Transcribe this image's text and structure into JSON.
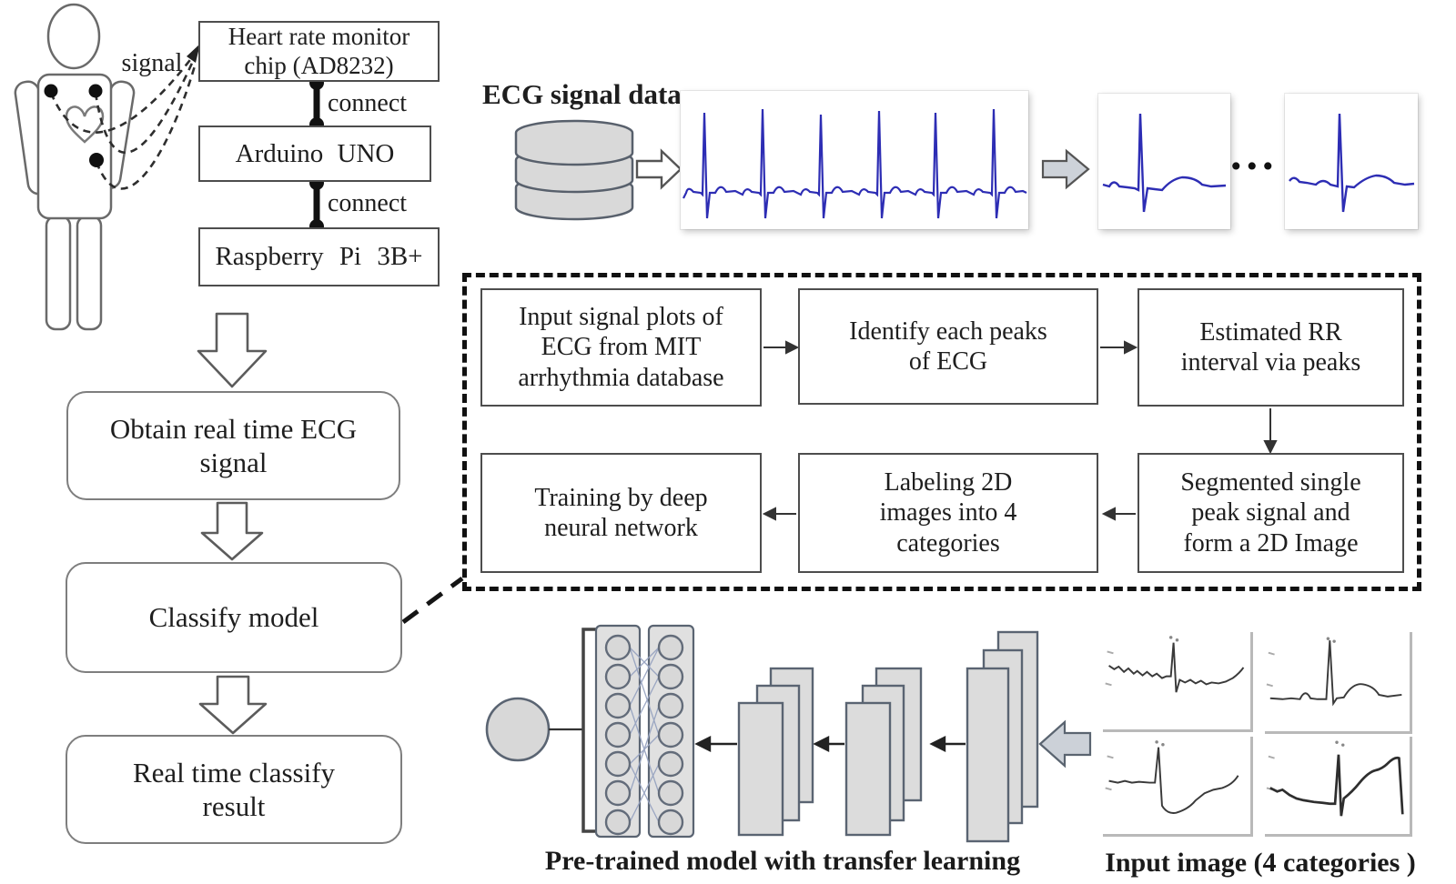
{
  "device_chain": {
    "signal_label": "signal",
    "connect_labels": [
      "connect",
      "connect"
    ],
    "boxes": [
      {
        "label": "Heart rate monitor\nchip (AD8232)"
      },
      {
        "label": "Arduino UNO"
      },
      {
        "label": "Raspberry Pi 3B+"
      }
    ]
  },
  "runtime_flow": {
    "boxes": [
      {
        "label": "Obtain real time ECG\nsignal"
      },
      {
        "label": "Classify model"
      },
      {
        "label": "Real time classify\nresult"
      }
    ]
  },
  "data_section": {
    "db_label": "ECG signal data",
    "ellipsis": "..."
  },
  "training_pipeline": {
    "steps": [
      {
        "label": "Input signal plots of\nECG from MIT\narrhythmia database"
      },
      {
        "label": "Identify each peaks\nof ECG"
      },
      {
        "label": "Estimated RR\ninterval via peaks"
      },
      {
        "label": "Segmented single\npeak signal and\nform a 2D Image"
      },
      {
        "label": "Labeling 2D\nimages into 4\ncategories"
      },
      {
        "label": "Training by deep\nneural network"
      }
    ]
  },
  "model_section": {
    "pretrained_caption": "Pre-trained model with transfer learning",
    "input_caption": "Input image (4 categories )"
  },
  "colors": {
    "ecg_trace_blue": "#2d2db4",
    "mini_trace_black": "#3a3a3a",
    "shape_fill": "#d9d9d9",
    "shape_stroke": "#5a6472",
    "dashed_border": "#111111"
  }
}
